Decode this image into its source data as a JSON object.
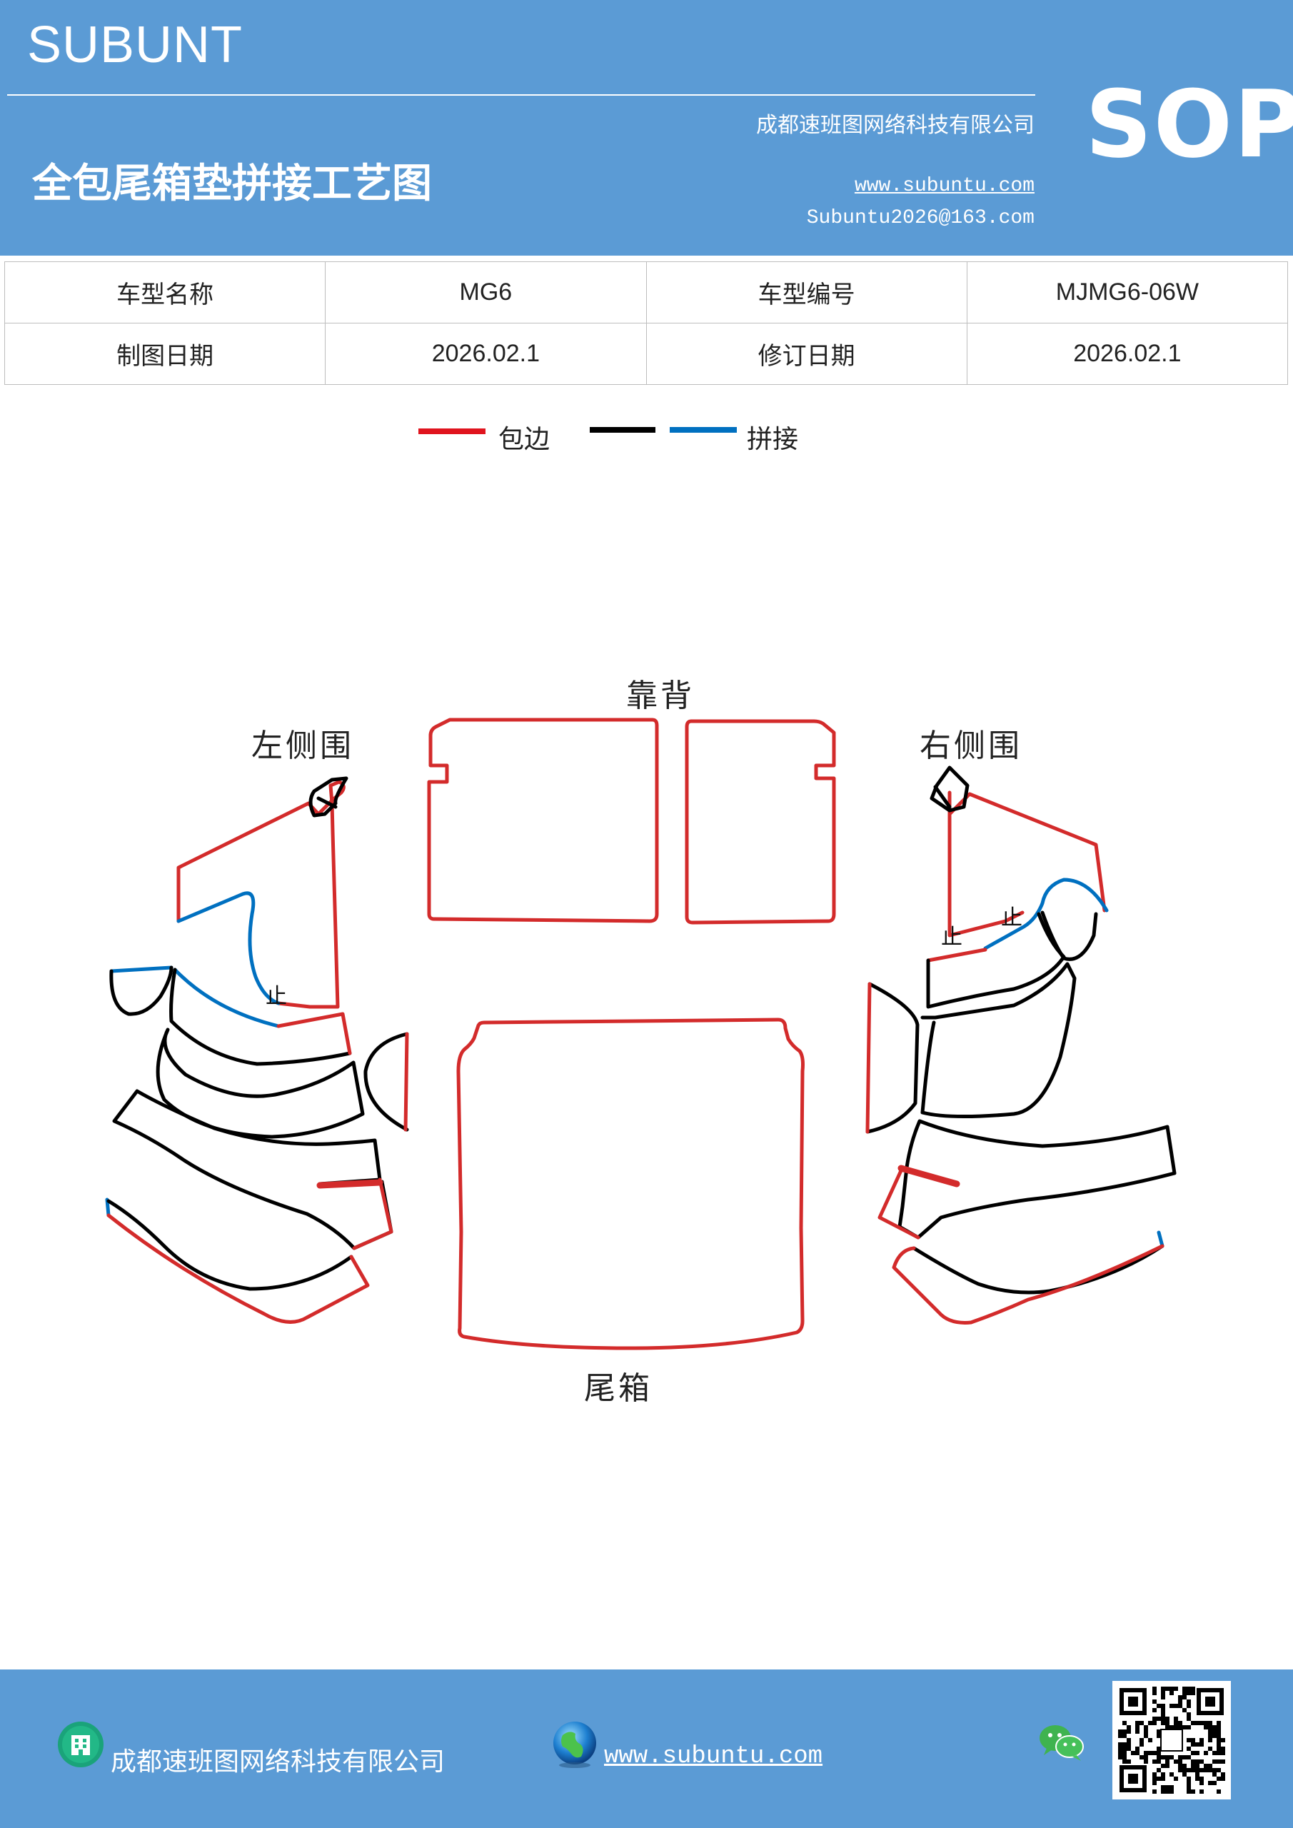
{
  "header": {
    "brand": "SUBUNT",
    "company": "成都速班图网络科技有限公司",
    "title": "全包尾箱垫拼接工艺图",
    "website": "www.subuntu.com",
    "email": "Subuntu2026@163.com",
    "badge": "SOP"
  },
  "info": {
    "model_name_label": "车型名称",
    "model_name": "MG6",
    "model_code_label": "车型编号",
    "model_code": "MJMG6-06W",
    "draw_date_label": "制图日期",
    "draw_date": "2026.02.1",
    "rev_date_label": "修订日期",
    "rev_date": "2026.02.1"
  },
  "legend": {
    "edge_label": "包边",
    "joint_label": "拼接",
    "colors": {
      "edge": "#e0141e",
      "black": "#000000",
      "joint": "#0070c0"
    }
  },
  "diagram": {
    "back_label": "靠背",
    "left_label": "左侧围",
    "right_label": "右侧围",
    "trunk_label": "尾箱",
    "stop_mark": "止"
  },
  "footer": {
    "company": "成都速班图网络科技有限公司",
    "website": "www.subuntu.com "
  }
}
